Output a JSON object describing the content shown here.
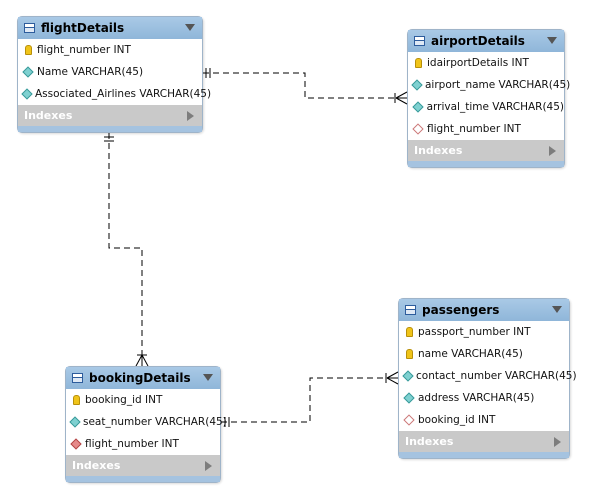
{
  "tables": {
    "flightDetails": {
      "title": "flightDetails",
      "columns": [
        {
          "text": "flight_number INT",
          "icon": "primary-key-icon"
        },
        {
          "text": "Name VARCHAR(45)",
          "icon": "column-diamond-icon"
        },
        {
          "text": "Associated_Airlines VARCHAR(45)",
          "icon": "column-diamond-icon"
        }
      ],
      "indexes_label": "Indexes"
    },
    "airportDetails": {
      "title": "airportDetails",
      "columns": [
        {
          "text": "idairportDetails INT",
          "icon": "primary-key-icon"
        },
        {
          "text": "airport_name VARCHAR(45)",
          "icon": "column-diamond-icon"
        },
        {
          "text": "arrival_time VARCHAR(45)",
          "icon": "column-diamond-icon"
        },
        {
          "text": "flight_number INT",
          "icon": "nullable-diamond-icon"
        }
      ],
      "indexes_label": "Indexes"
    },
    "bookingDetails": {
      "title": "bookingDetails",
      "columns": [
        {
          "text": "booking_id INT",
          "icon": "primary-key-icon"
        },
        {
          "text": "seat_number VARCHAR(45)",
          "icon": "column-diamond-icon"
        },
        {
          "text": "flight_number INT",
          "icon": "foreign-key-diamond-icon"
        }
      ],
      "indexes_label": "Indexes"
    },
    "passengers": {
      "title": "passengers",
      "columns": [
        {
          "text": "passport_number INT",
          "icon": "primary-key-icon"
        },
        {
          "text": "name VARCHAR(45)",
          "icon": "primary-key-icon"
        },
        {
          "text": "contact_number VARCHAR(45)",
          "icon": "column-diamond-icon"
        },
        {
          "text": "address VARCHAR(45)",
          "icon": "column-diamond-icon"
        },
        {
          "text": "booking_id INT",
          "icon": "nullable-diamond-icon"
        }
      ],
      "indexes_label": "Indexes"
    }
  },
  "colors": {
    "header": "#8fb6d9",
    "indexes_bar": "#c9c9c9",
    "connector": "#000000"
  }
}
